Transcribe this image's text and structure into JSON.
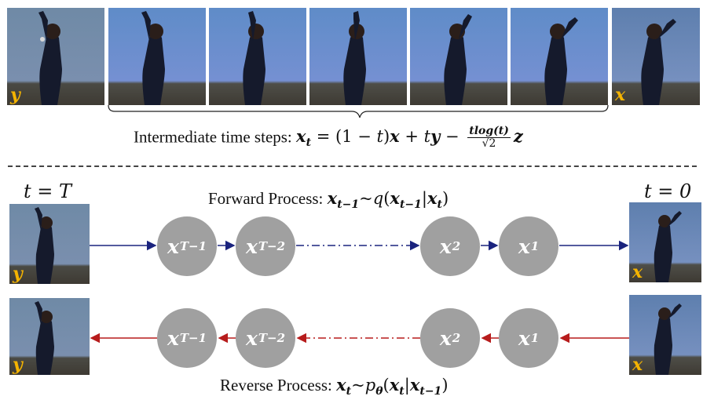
{
  "top_row": {
    "first_frame_label": "y",
    "last_frame_label": "x",
    "intermediate_count": 5
  },
  "top_caption": {
    "prefix": "Intermediate time steps: ",
    "equation": "x",
    "eq_parts": {
      "lhs": "x",
      "lhs_sub": "t",
      "mid": " = (1 − ",
      "t1": "t",
      "mid2": ")",
      "x": "x",
      "plus": " + ",
      "t2": "t",
      "y": "y",
      "minus": " − ",
      "frac_num": "tlog(t)",
      "frac_den": "√2",
      "z": "z"
    }
  },
  "forward": {
    "t_label": "t = T",
    "t_label_right": "t = 0",
    "caption_prefix": "Forward Process: ",
    "caption_eq": "x",
    "eq_parts": {
      "a": "x",
      "a_sub": "t−1",
      "tilde": "~",
      "q": "q",
      "open": "(",
      "b": "x",
      "b_sub": "t−1",
      "bar": "|",
      "c": "x",
      "c_sub": "t",
      "close": ")"
    },
    "left_frame_label": "y",
    "right_frame_label": "x",
    "nodes": [
      {
        "base": "x",
        "sub": "T−1"
      },
      {
        "base": "x",
        "sub": "T−2"
      },
      {
        "base": "x",
        "sub": "2"
      },
      {
        "base": "x",
        "sub": "1"
      }
    ],
    "arrow_color": "#1a237e"
  },
  "reverse": {
    "caption_prefix": "Reverse Process: ",
    "eq_parts": {
      "a": "x",
      "a_sub": "t",
      "tilde": "~",
      "p": "p",
      "p_sub": "θ",
      "open": "(",
      "b": "x",
      "b_sub": "t",
      "bar": "|",
      "c": "x",
      "c_sub": "t−1",
      "close": ")"
    },
    "left_frame_label": "y",
    "right_frame_label": "x",
    "nodes": [
      {
        "base": "x",
        "sub": "T−1"
      },
      {
        "base": "x",
        "sub": "T−2"
      },
      {
        "base": "x",
        "sub": "2"
      },
      {
        "base": "x",
        "sub": "1"
      }
    ],
    "arrow_color": "#b71c1c"
  },
  "colors": {
    "node_fill": "#a0a0a0",
    "frame_label": "#f5b400"
  }
}
